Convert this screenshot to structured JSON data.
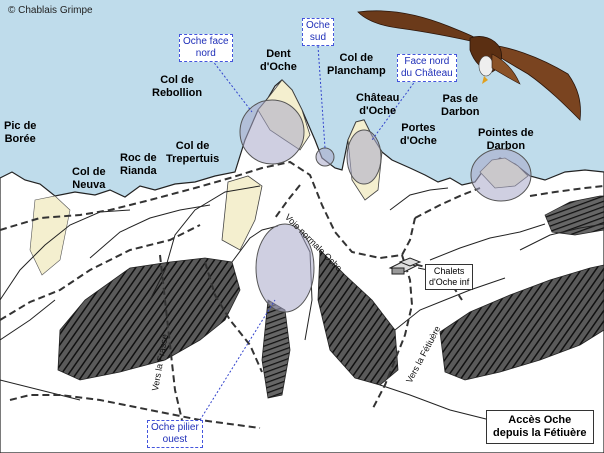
{
  "copyright": "© Chablais Grimpe",
  "peaks": {
    "pic_boree": "Pic de\nBorée",
    "col_neuva": "Col de\nNeuva",
    "roc_rianda": "Roc de\nRianda",
    "col_trepertuis": "Col de\nTrepertuis",
    "col_rebollion": "Col de\nRebollion",
    "dent_oche": "Dent\nd'Oche",
    "col_planchamp": "Col de\nPlanchamp",
    "chateau_oche": "Château\nd'Oche",
    "portes_oche": "Portes\nd'Oche",
    "pas_darbon": "Pas de\nDarbon",
    "pointes_darbon": "Pointes de\nDarbon"
  },
  "callouts": {
    "oche_face_nord": "Oche face\nnord",
    "oche_sud": "Oche\nsud",
    "face_nord_chateau": "Face nord\ndu Château",
    "oche_pilier_ouest": "Oche pilier\nouest"
  },
  "trails": {
    "voie_normale": "Voie normale Oche",
    "vers_frasse": "Vers la Frasse",
    "vers_fetiuere": "Vers la Fétiuère"
  },
  "chalets": "Chalets\nd'Oche inf",
  "title": "Accès Oche\ndepuis la Fétiuère",
  "colors": {
    "sky": "#bfdceb",
    "ground": "#ffffff",
    "rock_hatch": "#3a3a3a",
    "highlight_fill": "#a8a8c8",
    "callout_text": "#1f2fb8"
  }
}
